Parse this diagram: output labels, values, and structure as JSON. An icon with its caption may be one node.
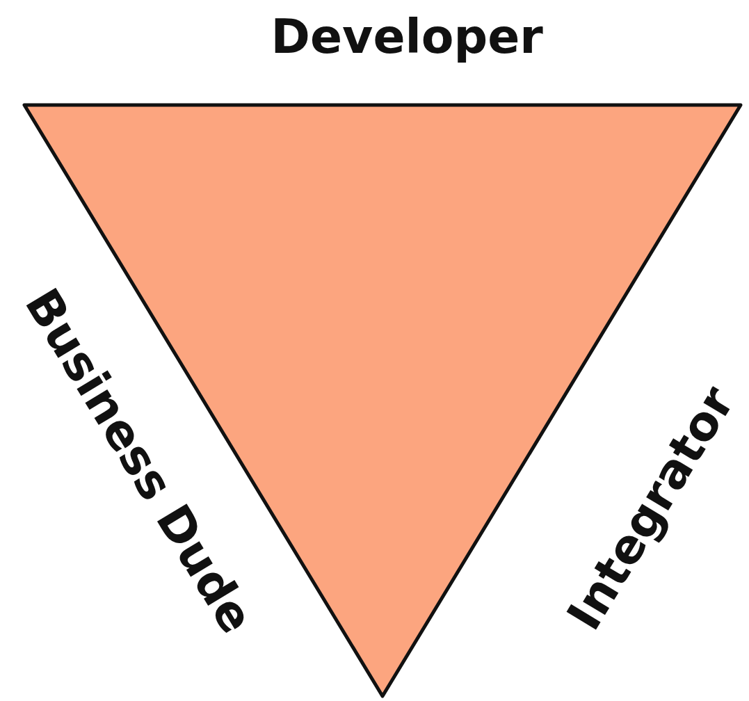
{
  "diagram": {
    "nodes": [
      {
        "text": [],
        "shape": "triangle",
        "beside": [
          "Developer",
          "Business Dude",
          "Integrator"
        ]
      }
    ]
  }
}
